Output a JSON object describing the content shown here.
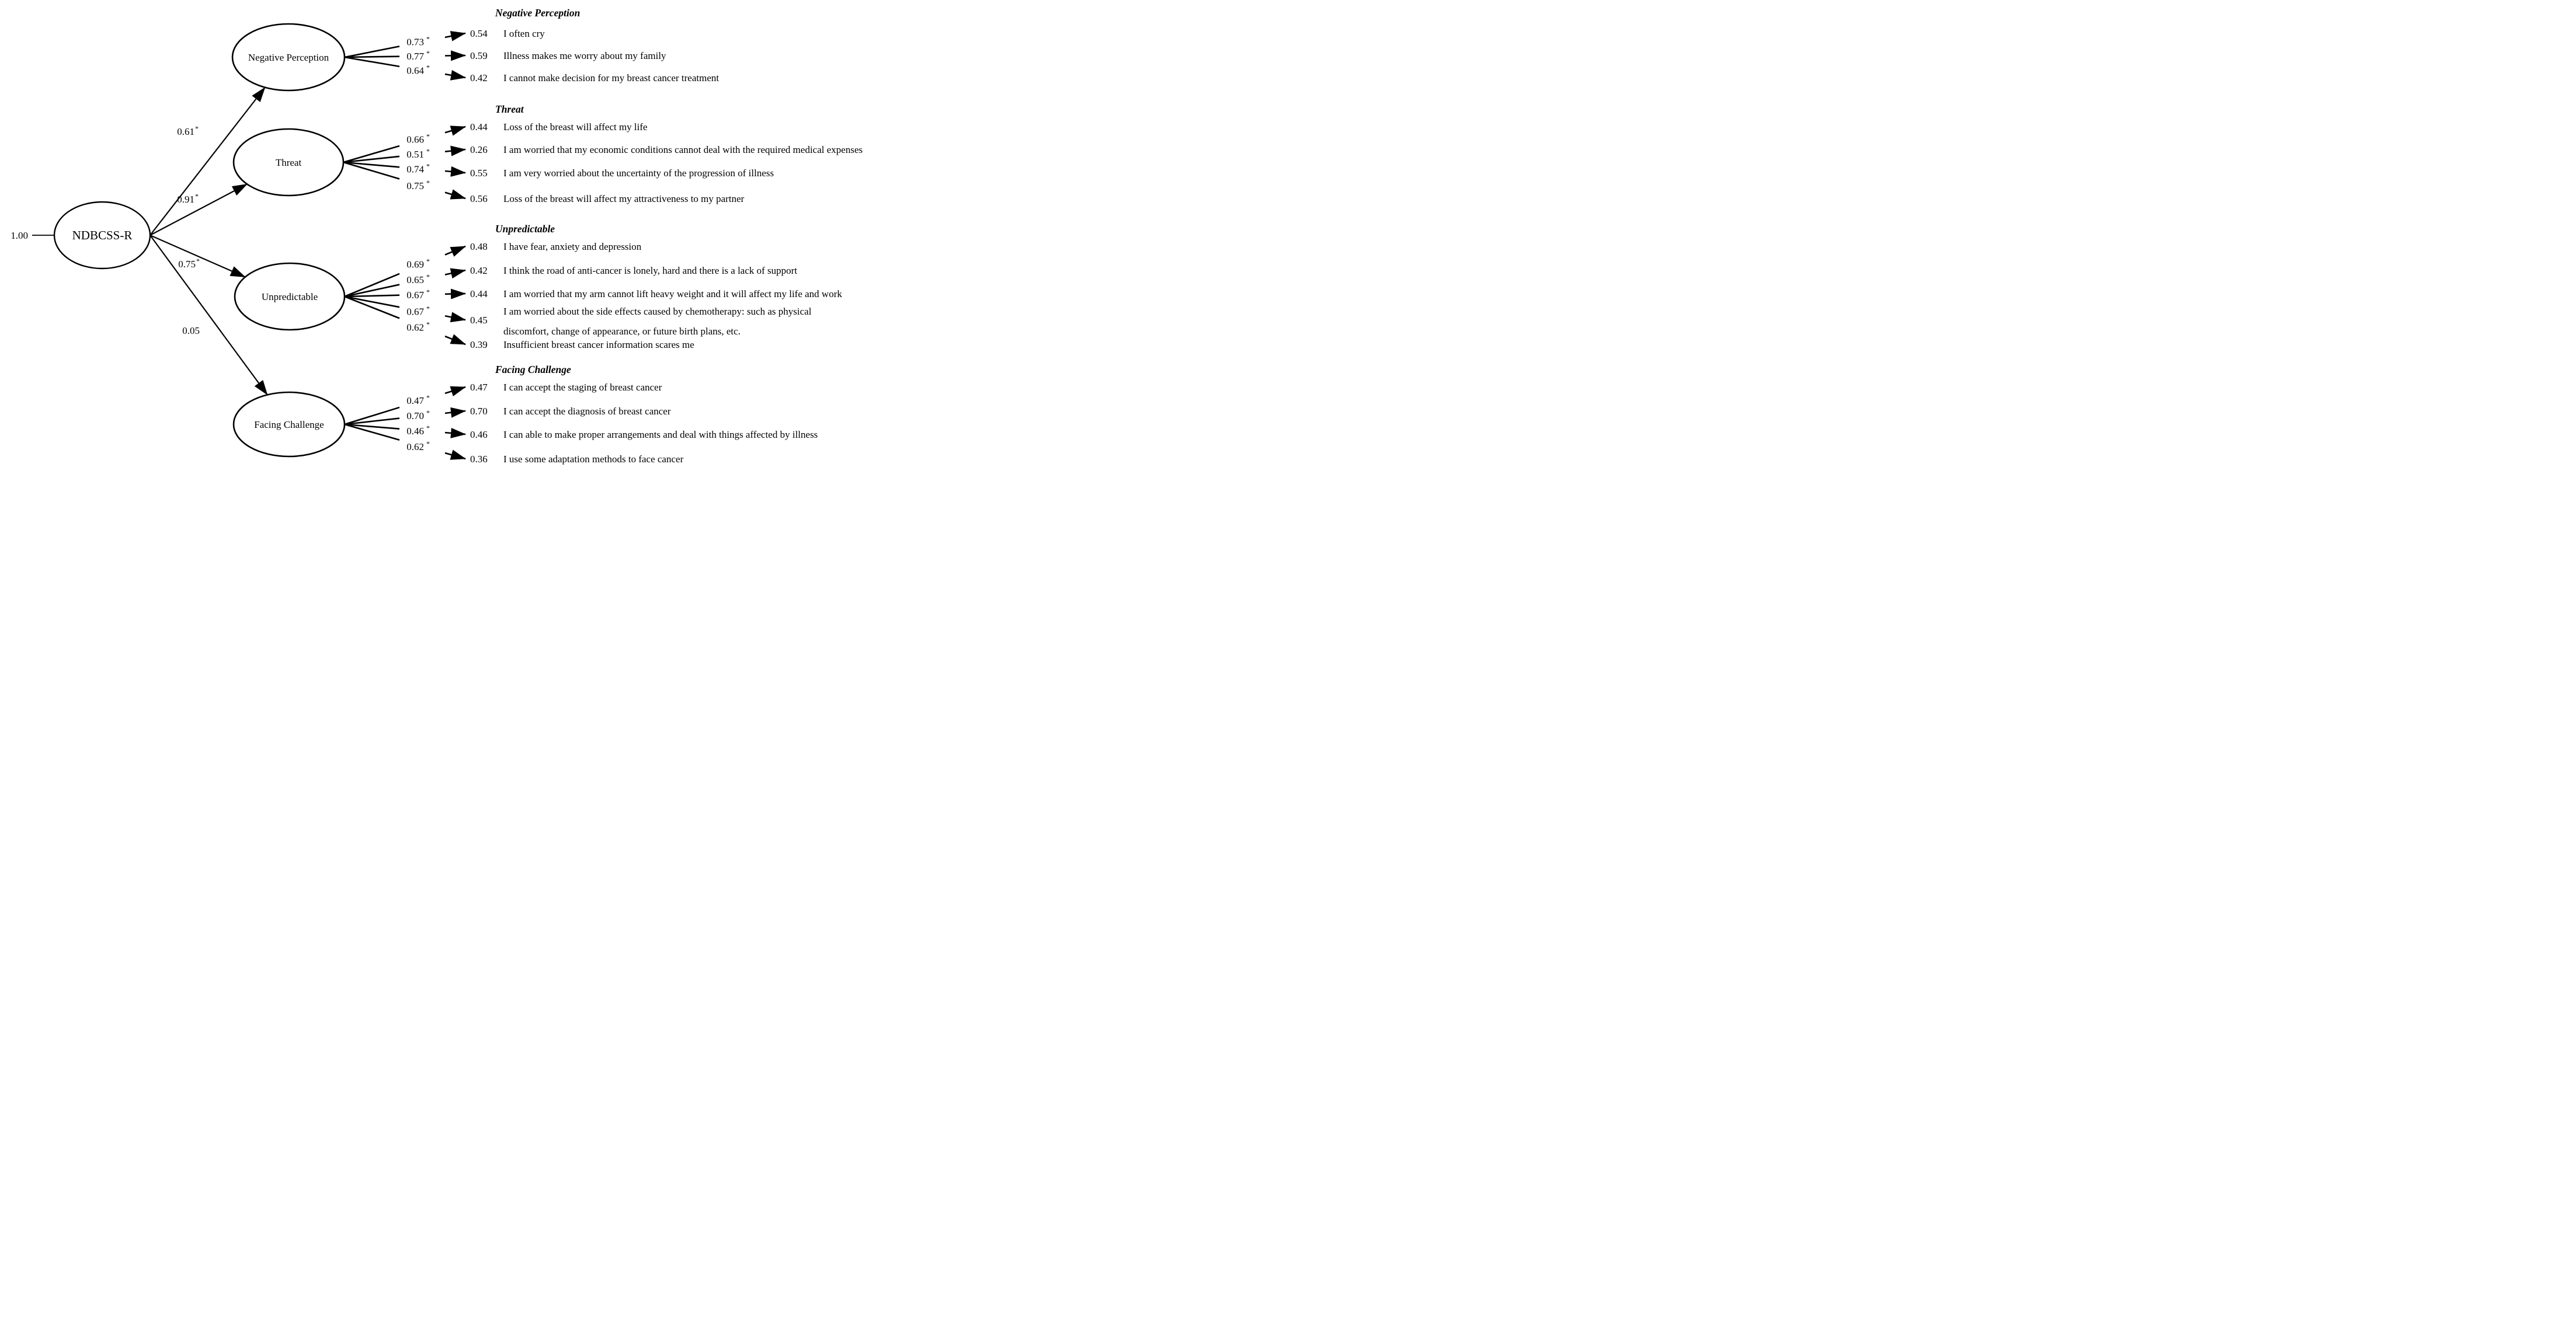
{
  "colors": {
    "background": "#ffffff",
    "ink": "#000000"
  },
  "model": {
    "root": {
      "label": "NDBCSS-R",
      "variance": "1.00"
    },
    "factors": [
      {
        "label": "Negative Perception",
        "heading": "Negative Perception",
        "coefficient": "0.61",
        "coefficient_starred": true,
        "items": [
          {
            "loading": "0.73",
            "starred": true,
            "value": "0.54",
            "text_lines": [
              "I often cry"
            ]
          },
          {
            "loading": "0.77",
            "starred": true,
            "value": "0.59",
            "text_lines": [
              "Illness makes me worry about my family"
            ]
          },
          {
            "loading": "0.64",
            "starred": true,
            "value": "0.42",
            "text_lines": [
              "I cannot make decision for my breast cancer treatment"
            ]
          }
        ]
      },
      {
        "label": "Threat",
        "heading": "Threat",
        "coefficient": "0.91",
        "coefficient_starred": true,
        "items": [
          {
            "loading": "0.66",
            "starred": true,
            "value": "0.44",
            "text_lines": [
              "Loss of the breast will affect my life"
            ]
          },
          {
            "loading": "0.51",
            "starred": true,
            "value": "0.26",
            "text_lines": [
              "I am worried that my economic conditions cannot deal with the required medical expenses"
            ]
          },
          {
            "loading": "0.74",
            "starred": true,
            "value": "0.55",
            "text_lines": [
              "I am very worried about the uncertainty of the progression of illness"
            ]
          },
          {
            "loading": "0.75",
            "starred": true,
            "value": "0.56",
            "text_lines": [
              "Loss of the breast will affect my attractiveness to my partner"
            ]
          }
        ]
      },
      {
        "label": "Unpredictable",
        "heading": "Unpredictable",
        "coefficient": "0.75",
        "coefficient_starred": true,
        "items": [
          {
            "loading": "0.69",
            "starred": true,
            "value": "0.48",
            "text_lines": [
              "I have fear, anxiety and depression"
            ]
          },
          {
            "loading": "0.65",
            "starred": true,
            "value": "0.42",
            "text_lines": [
              "I think the road of anti-cancer is lonely, hard and there is a lack of support"
            ]
          },
          {
            "loading": "0.67",
            "starred": true,
            "value": "0.44",
            "text_lines": [
              "I am worried that my arm cannot lift heavy weight and it will affect my life and work"
            ]
          },
          {
            "loading": "0.67",
            "starred": true,
            "value": "0.45",
            "text_lines": [
              "I am worried about the side effects caused by chemotherapy: such as physical",
              "discomfort, change of appearance, or future birth plans, etc."
            ]
          },
          {
            "loading": "0.62",
            "starred": true,
            "value": "0.39",
            "text_lines": [
              "Insufficient breast cancer information scares me"
            ]
          }
        ]
      },
      {
        "label": "Facing Challenge",
        "heading": "Facing Challenge",
        "coefficient": "0.05",
        "coefficient_starred": false,
        "items": [
          {
            "loading": "0.47",
            "starred": true,
            "value": "0.47",
            "text_lines": [
              "I can accept the staging of breast cancer"
            ]
          },
          {
            "loading": "0.70",
            "starred": true,
            "value": "0.70",
            "text_lines": [
              "I can accept the diagnosis of breast cancer"
            ]
          },
          {
            "loading": "0.46",
            "starred": true,
            "value": "0.46",
            "text_lines": [
              "I can able to make proper arrangements and deal with things affected by illness"
            ]
          },
          {
            "loading": "0.62",
            "starred": true,
            "value": "0.36",
            "text_lines": [
              "I use some adaptation methods to face cancer"
            ]
          }
        ]
      }
    ]
  }
}
